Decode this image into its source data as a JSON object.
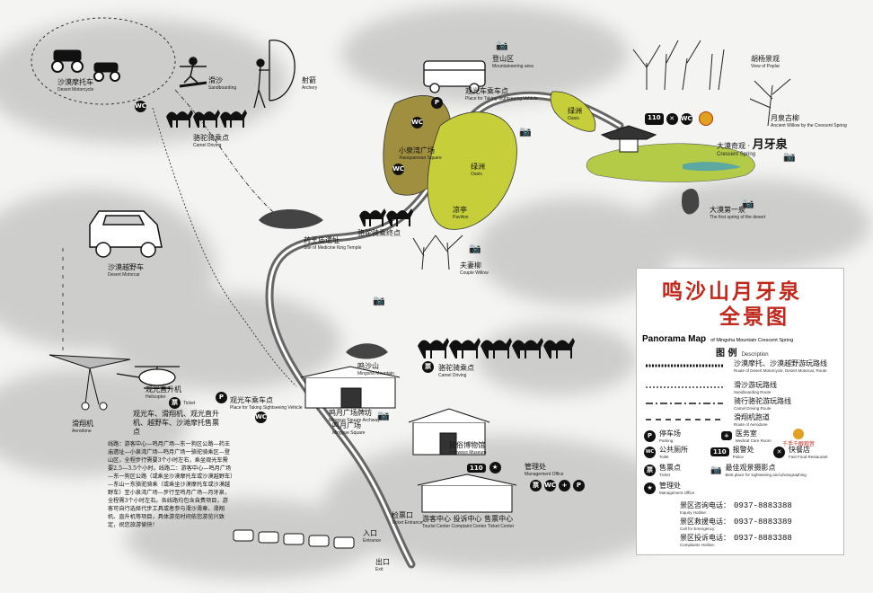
{
  "title": {
    "line1": "鸣沙山月牙泉",
    "line2": "全景图",
    "en_main": "Panorama Map",
    "en_sub": "of Mingsha Mountain Crescent Spring"
  },
  "legend": {
    "heading_cn": "图  例",
    "heading_en": "Description",
    "rows": [
      {
        "cn": "沙漠摩托、沙漠越野游玩路线",
        "en": "Route of Desert Motorcycle, Desert Motorcar, Route"
      },
      {
        "cn": "滑沙游玩路线",
        "en": "Sandboarding Route"
      },
      {
        "cn": "骑行骆驼游玩路线",
        "en": "Camel Driving Route"
      },
      {
        "cn": "滑翔机跑道",
        "en": "Route of Aerodone"
      }
    ],
    "icons": [
      {
        "icon": "P",
        "cn": "停车场",
        "en": "Parking"
      },
      {
        "icon": "+",
        "cn": "医务室",
        "en": "Medical Care Room"
      },
      {
        "icon": "WC",
        "cn": "公共厕所",
        "en": "Toilet"
      },
      {
        "icon": "110",
        "cn": "报警处",
        "en": "Police"
      },
      {
        "icon": "✕",
        "cn": "快餐店",
        "en": "Fast Food Restaurant"
      },
      {
        "icon": "票",
        "cn": "售票点",
        "en": "Ticket"
      },
      {
        "icon": "📷",
        "cn": "最佳观景摄影点",
        "en": "Best place for sightseeing and photographing"
      },
      {
        "icon": "★",
        "cn": "管理处",
        "en": "Management Office"
      }
    ],
    "brand": "千手千眼观音",
    "phones": [
      {
        "cn": "景区咨询电话：",
        "en": "Inquiry Hotline:",
        "num": "0937-8883388"
      },
      {
        "cn": "景区救援电话：",
        "en": "Call for Emergency:",
        "num": "0937-8883389"
      },
      {
        "cn": "景区投诉电话：",
        "en": "Complaints Hotline:",
        "num": "0937-8883388"
      }
    ]
  },
  "labels": {
    "desert_moto": {
      "cn": "沙漠摩托车",
      "en": "Desert Motorcycle"
    },
    "sandboarding": {
      "cn": "滑沙",
      "en": "Sandboarding"
    },
    "archery": {
      "cn": "射箭",
      "en": "Archery"
    },
    "camel_stop": {
      "cn": "骆驼骑乘点",
      "en": "Camel Driving"
    },
    "mountaineering": {
      "cn": "登山区",
      "en": "Mountaineering area"
    },
    "sightseeing_vehicle": {
      "cn": "观光车乘车点",
      "en": "Place for Taking Sightseeing Vehicle"
    },
    "xiaoquanwan": {
      "cn": "小泉湾广场",
      "en": "Xiaoquanwan Square"
    },
    "oasis1": {
      "cn": "绿洲",
      "en": "Oasis"
    },
    "oasis2": {
      "cn": "绿洲",
      "en": "Oasis"
    },
    "pavilion": {
      "cn": "凉亭",
      "en": "Pavilion"
    },
    "poplar": {
      "cn": "胡杨景观",
      "en": "View of Poplar"
    },
    "ancient_willow": {
      "cn": "月泉古柳",
      "en": "Ancient Willow by the Crescent Spring"
    },
    "crescent": {
      "prefix": "大漠奇观 · ",
      "cn": "月牙泉",
      "en": "Crescent Spring"
    },
    "first_spring": {
      "cn": "大漠第一泉",
      "en": "The first spring of the desert"
    },
    "desert_car": {
      "cn": "沙漠越野车",
      "en": "Desert Motorcar"
    },
    "camel_end": {
      "cn": "骆驼骑乘终点",
      "en": ""
    },
    "medicine_temple": {
      "cn": "药王庙遗址",
      "en": "Site of Medicine King Temple"
    },
    "couple_willow": {
      "cn": "夫妻柳",
      "en": "Couple Willow"
    },
    "mingsha_mtn": {
      "cn": "鸣沙山",
      "en": "Mingsha Mountain"
    },
    "camel_driving2": {
      "cn": "骆驼骑乘点",
      "en": "Camel Driving"
    },
    "archway": {
      "cn": "鸣月广场牌坊",
      "en": "Mingyue Square Archway"
    },
    "mingyue_sq": {
      "cn": "鸣月广场",
      "en": "Mingyue Square"
    },
    "folkways": {
      "cn": "民俗博物馆",
      "en": "Folkways Museum"
    },
    "management": {
      "cn": "管理处",
      "en": "Management Office"
    },
    "helicopter_tour": {
      "cn": "观光直升机",
      "en": "Helicopter"
    },
    "ticket": {
      "cn": "",
      "en": "Ticket"
    },
    "vehicle_stop2": {
      "cn": "观光车乘车点",
      "en": "Place for Taking Sightseeing Vehicle"
    },
    "aerodone": {
      "cn": "滑翔机",
      "en": "Aerodone"
    },
    "ticket_pts": {
      "cn": "观光车、滑翔机、观光直升机、越野车、沙滩摩托售票点",
      "en": ""
    },
    "entrance_check": {
      "cn": "检票口",
      "en": "Ticket Entrance"
    },
    "visitor_center": {
      "cn": "游客中心  投诉中心  售票中心",
      "en": "Tourist Center  Complaint Center  Ticket Center"
    },
    "entrance": {
      "cn": "入口",
      "en": "Entrance"
    },
    "exit": {
      "cn": "出口",
      "en": "Exit"
    }
  },
  "route_text": "线路：游客中心—鸣月广场—东一狗区公路—药王庙遗址—小泉湾广场—鸣月广场一骆驼骑乘区—登山区，全程步行需要3个小时左右，乘坐观光车需要2.5—3.5个小时。线路二：游客中心—鸣月广场—东一狗区公路（或乘坐沙漠摩托车或沙漠越野车）—东山一东骆驼骑乘（或乘坐沙漠摩托车或沙漠越野车）至小泉湾广场—步行至鸣月广场—月牙泉，全程需3个小时左右。各线路均包含自费项目，游客可自行选择代步工具或者参与滑沙滑章、滑翔机、直升机等项目，具体游览时间依您游览兴致定，祝您旅游愉快！"
}
